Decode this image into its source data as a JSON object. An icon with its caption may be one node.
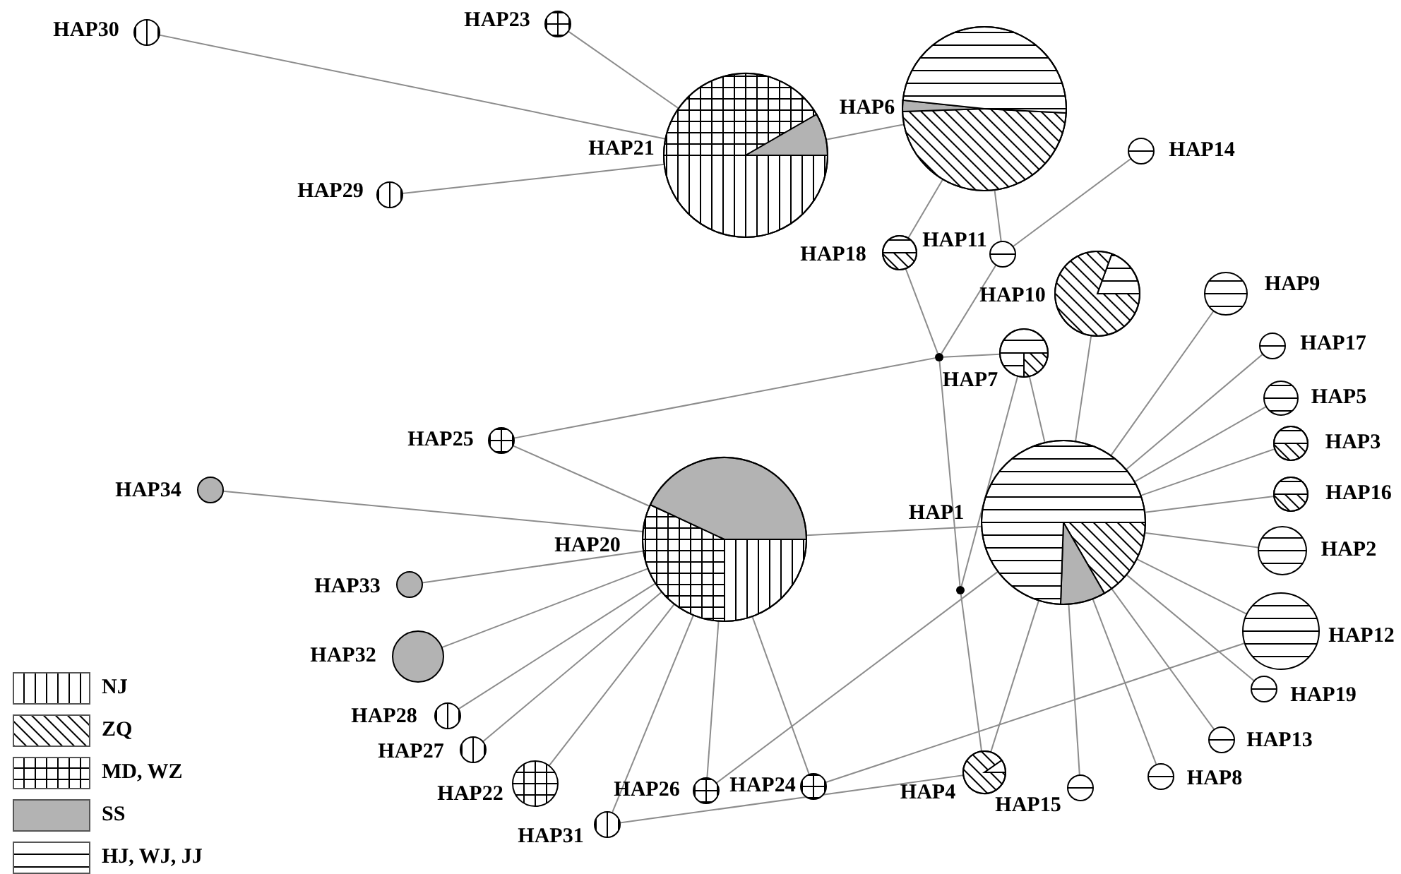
{
  "diagram": {
    "nodes": [
      {
        "text": [
          "HAP1"
        ]
      },
      {
        "text": [
          "HAP2"
        ]
      },
      {
        "text": [
          "HAP3"
        ]
      },
      {
        "text": [
          "HAP4"
        ]
      },
      {
        "text": [
          "HAP5"
        ]
      },
      {
        "text": [
          "HAP6"
        ]
      },
      {
        "text": [
          "HAP7"
        ]
      },
      {
        "text": [
          "HAP8"
        ]
      },
      {
        "text": [
          "HAP9"
        ]
      },
      {
        "text": [
          "HAP10"
        ]
      },
      {
        "text": [
          "HAP11"
        ]
      },
      {
        "text": [
          "HAP12"
        ]
      },
      {
        "text": [
          "HAP13"
        ]
      },
      {
        "text": [
          "HAP14"
        ]
      },
      {
        "text": [
          "HAP15"
        ]
      },
      {
        "text": [
          "HAP16"
        ]
      },
      {
        "text": [
          "HAP17"
        ]
      },
      {
        "text": [
          "HAP18"
        ]
      },
      {
        "text": [
          "HAP19"
        ]
      },
      {
        "text": [
          "HAP20"
        ]
      },
      {
        "text": [
          "HAP21"
        ]
      },
      {
        "text": [
          "HAP22"
        ]
      },
      {
        "text": [
          "HAP23"
        ]
      },
      {
        "text": [
          "HAP24"
        ]
      },
      {
        "text": [
          "HAP25"
        ]
      },
      {
        "text": [
          "HAP26"
        ]
      },
      {
        "text": [
          "HAP27"
        ]
      },
      {
        "text": [
          "HAP28"
        ]
      },
      {
        "text": [
          "HAP29"
        ]
      },
      {
        "text": [
          "HAP30"
        ]
      },
      {
        "text": [
          "HAP31"
        ]
      },
      {
        "text": [
          "HAP32"
        ]
      },
      {
        "text": [
          "HAP33"
        ]
      },
      {
        "text": [
          "HAP34"
        ]
      },
      {
        "text": [],
        "shape": "circle"
      },
      {
        "text": [],
        "shape": "circle"
      }
    ],
    "edges": [
      {
        "from": 29,
        "to": 20,
        "arrow": "none"
      },
      {
        "from": 28,
        "to": 20,
        "arrow": "none"
      },
      {
        "from": 22,
        "to": 20,
        "arrow": "none"
      },
      {
        "from": 20,
        "to": 5,
        "arrow": "none"
      },
      {
        "from": 5,
        "to": 17,
        "arrow": "none"
      },
      {
        "from": 5,
        "to": 10,
        "arrow": "none"
      },
      {
        "from": 10,
        "to": 13,
        "arrow": "none"
      },
      {
        "from": 17,
        "to": 34,
        "arrow": "none"
      },
      {
        "from": 10,
        "to": 34,
        "arrow": "none"
      },
      {
        "from": 24,
        "to": 34,
        "arrow": "none"
      },
      {
        "from": 34,
        "to": 6,
        "arrow": "none"
      },
      {
        "from": 34,
        "to": 35,
        "arrow": "none"
      },
      {
        "from": 35,
        "to": 6,
        "arrow": "none"
      },
      {
        "from": 35,
        "to": 3,
        "arrow": "none"
      },
      {
        "from": 6,
        "to": 0,
        "arrow": "none"
      },
      {
        "from": 9,
        "to": 0,
        "arrow": "none"
      },
      {
        "from": 8,
        "to": 0,
        "arrow": "none"
      },
      {
        "from": 16,
        "to": 0,
        "arrow": "none"
      },
      {
        "from": 4,
        "to": 0,
        "arrow": "none"
      },
      {
        "from": 2,
        "to": 0,
        "arrow": "none"
      },
      {
        "from": 15,
        "to": 0,
        "arrow": "none"
      },
      {
        "from": 1,
        "to": 0,
        "arrow": "none"
      },
      {
        "from": 11,
        "to": 0,
        "arrow": "none"
      },
      {
        "from": 18,
        "to": 0,
        "arrow": "none"
      },
      {
        "from": 12,
        "to": 0,
        "arrow": "none"
      },
      {
        "from": 7,
        "to": 0,
        "arrow": "none"
      },
      {
        "from": 14,
        "to": 0,
        "arrow": "none"
      },
      {
        "from": 3,
        "to": 0,
        "arrow": "none"
      },
      {
        "from": 19,
        "to": 0,
        "arrow": "none"
      },
      {
        "from": 25,
        "to": 0,
        "arrow": "none"
      },
      {
        "from": 11,
        "to": 23,
        "arrow": "none"
      },
      {
        "from": 23,
        "to": 19,
        "arrow": "none"
      },
      {
        "from": 25,
        "to": 19,
        "arrow": "none"
      },
      {
        "from": 30,
        "to": 19,
        "arrow": "none"
      },
      {
        "from": 30,
        "to": 3,
        "arrow": "none"
      },
      {
        "from": 21,
        "to": 19,
        "arrow": "none"
      },
      {
        "from": 26,
        "to": 19,
        "arrow": "none"
      },
      {
        "from": 27,
        "to": 19,
        "arrow": "none"
      },
      {
        "from": 31,
        "to": 19,
        "arrow": "none"
      },
      {
        "from": 32,
        "to": 19,
        "arrow": "none"
      },
      {
        "from": 33,
        "to": 19,
        "arrow": "none"
      },
      {
        "from": 24,
        "to": 19,
        "arrow": "none"
      }
    ],
    "legend": [
      {
        "text": "NJ"
      },
      {
        "text": "ZQ"
      },
      {
        "text": "MD, WZ"
      },
      {
        "text": "SS",
        "color": "#b3b3b3"
      },
      {
        "text": "HJ, WJ, JJ"
      }
    ]
  }
}
